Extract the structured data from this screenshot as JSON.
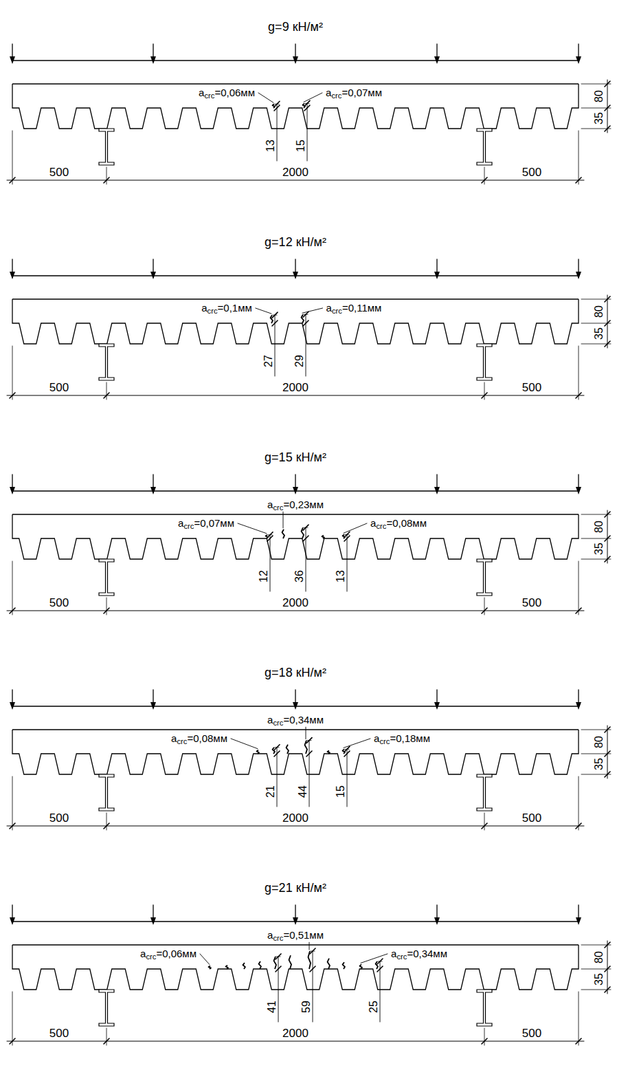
{
  "diagram": {
    "labels": [
      "g=9 кН/м²",
      "acrc=0,06мм",
      "acrc=0,07мм",
      "80",
      "13",
      "15",
      "35",
      "500",
      "2000",
      "500",
      "g=12 кН/м²",
      "acrc=0,1мм",
      "acrc=0,11мм",
      "80",
      "27",
      "29",
      "35",
      "500",
      "2000",
      "500",
      "g=15 кН/м²",
      "acrc=0,23мм",
      "acrc=0,07мм",
      "acrc=0,08мм",
      "80",
      "12",
      "36",
      "13",
      "35",
      "500",
      "2000",
      "500",
      "g=18 кН/м²",
      "acrc=0,34мм",
      "acrc=0,08мм",
      "acrc=0,18мм",
      "80",
      "21",
      "44",
      "15",
      "35",
      "500",
      "2000",
      "500",
      "g=21 кН/м²",
      "acrc=0,51мм",
      "acrc=0,06мм",
      "acrc=0,34мм",
      "80",
      "41",
      "59",
      "25",
      "35",
      "500",
      "2000",
      "500"
    ]
  }
}
